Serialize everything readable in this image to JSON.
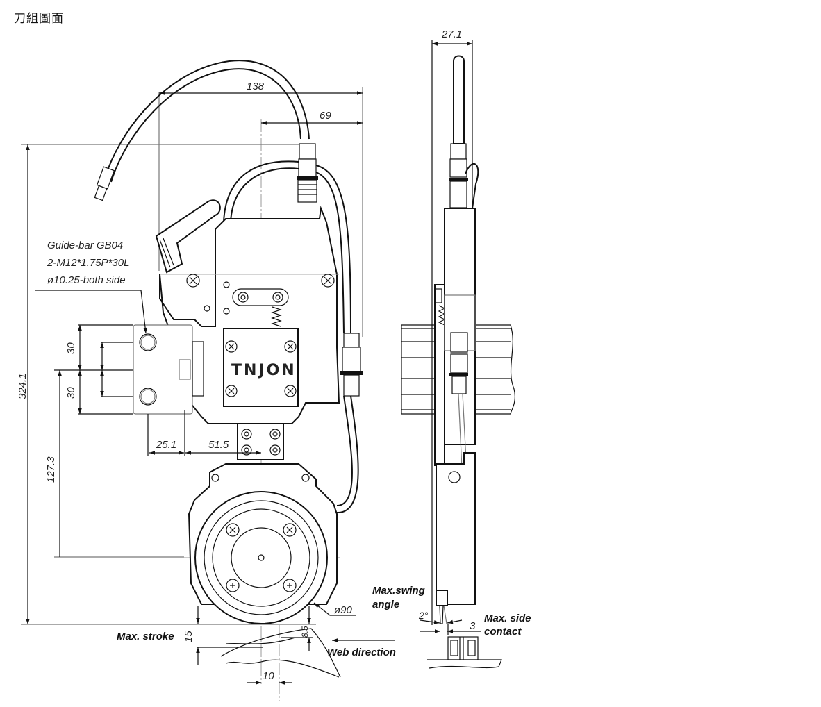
{
  "title": "刀組圖面",
  "brand": "TNJON",
  "front_view": {
    "dimensions": {
      "width_total": "138",
      "half_width": "69",
      "height_total": "324.1",
      "center_height": "127.3",
      "hole_spacing_top": "30",
      "hole_spacing_bottom": "30",
      "offset_a": "25.1",
      "offset_b": "51.5",
      "wheel_diameter": "ø90",
      "max_stroke": "15",
      "depth": "8.5",
      "web_offset": "10"
    },
    "labels": {
      "guide_bar": "Guide-bar GB04",
      "thread": "2-M12*1.75P*30L",
      "pin": "ø10.25-both side",
      "max_stroke": "Max. stroke",
      "web_direction": "Web direction"
    }
  },
  "side_view": {
    "dimensions": {
      "thickness": "27.1",
      "swing_angle": "2°",
      "side_contact": "3"
    },
    "labels": {
      "max_swing_1": "Max.swing",
      "max_swing_2": "angle",
      "side_contact_1": "Max. side",
      "side_contact_2": "contact"
    }
  }
}
